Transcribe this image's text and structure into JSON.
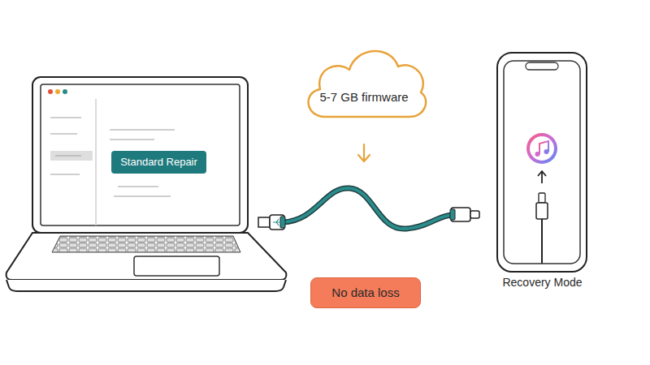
{
  "diagram": {
    "nodes": [
      {
        "text": [
          "5-7 GB firmware"
        ]
      },
      {
        "text": [
          "Standard Repair"
        ]
      },
      {
        "text": [
          "Recovery Mode"
        ]
      },
      {
        "text": [
          "No data loss"
        ]
      }
    ]
  }
}
